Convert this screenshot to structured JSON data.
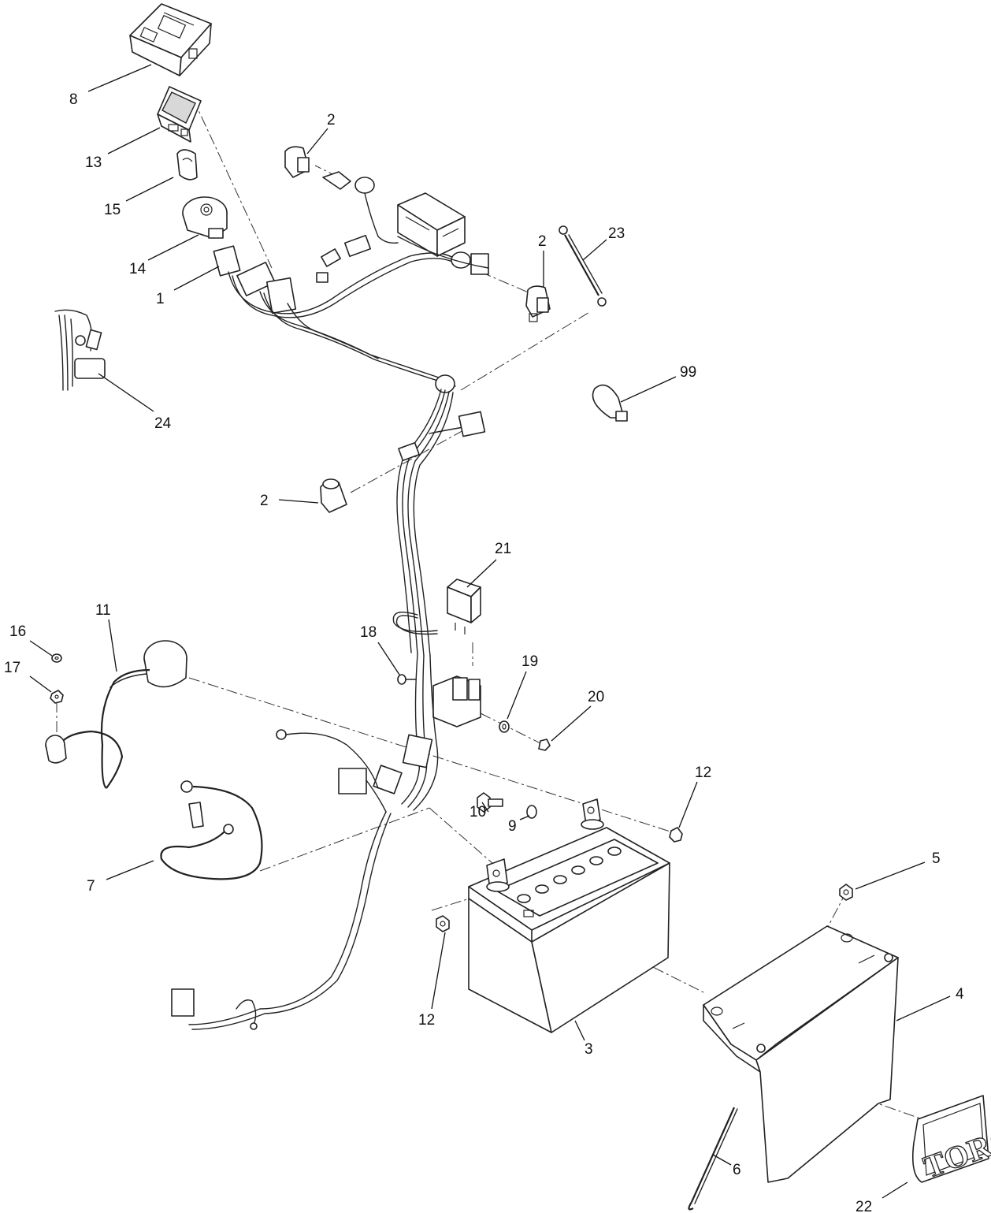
{
  "callouts": [
    {
      "id": "c8",
      "label": "8"
    },
    {
      "id": "c13",
      "label": "13"
    },
    {
      "id": "c15",
      "label": "15"
    },
    {
      "id": "c14",
      "label": "14"
    },
    {
      "id": "c1",
      "label": "1"
    },
    {
      "id": "c2a",
      "label": "2"
    },
    {
      "id": "c2b",
      "label": "2"
    },
    {
      "id": "c23",
      "label": "23"
    },
    {
      "id": "c24",
      "label": "24"
    },
    {
      "id": "c99",
      "label": "99"
    },
    {
      "id": "c2c",
      "label": "2"
    },
    {
      "id": "c21",
      "label": "21"
    },
    {
      "id": "c11",
      "label": "11"
    },
    {
      "id": "c16",
      "label": "16"
    },
    {
      "id": "c17",
      "label": "17"
    },
    {
      "id": "c18",
      "label": "18"
    },
    {
      "id": "c19",
      "label": "19"
    },
    {
      "id": "c20",
      "label": "20"
    },
    {
      "id": "c12a",
      "label": "12"
    },
    {
      "id": "c10",
      "label": "10"
    },
    {
      "id": "c9",
      "label": "9"
    },
    {
      "id": "c7",
      "label": "7"
    },
    {
      "id": "c5",
      "label": "5"
    },
    {
      "id": "c4",
      "label": "4"
    },
    {
      "id": "c12b",
      "label": "12"
    },
    {
      "id": "c3",
      "label": "3"
    },
    {
      "id": "c6",
      "label": "6"
    },
    {
      "id": "c22",
      "label": "22"
    }
  ],
  "logo": {
    "text": "TORO"
  }
}
